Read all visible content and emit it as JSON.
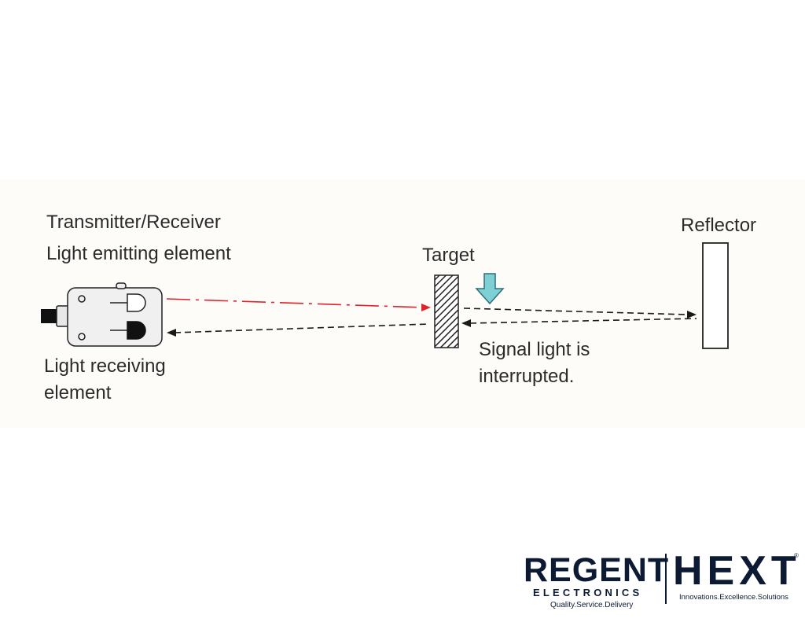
{
  "diagram": {
    "labels": {
      "transmitter_receiver": "Transmitter/Receiver",
      "light_emitting": "Light emitting element",
      "light_receiving_1": "Light receiving",
      "light_receiving_2": "element",
      "target": "Target",
      "reflector": "Reflector",
      "signal_1": "Signal light is",
      "signal_2": "interrupted."
    },
    "colors": {
      "emitted_beam": "#e0232b",
      "return_beam": "#1a1a1a",
      "arrow_fill": "#7fd0d4",
      "arrow_stroke": "#2b6f78",
      "line": "#222222"
    }
  },
  "logo": {
    "regent": "REGENT",
    "electronics": "ELECTRONICS",
    "tagline_regent": "Quality.Service.Delivery",
    "hext": "HEXT",
    "registered": "®",
    "tagline_hext": "Innovations.Excellence.Solutions",
    "color": "#0c1a33"
  }
}
